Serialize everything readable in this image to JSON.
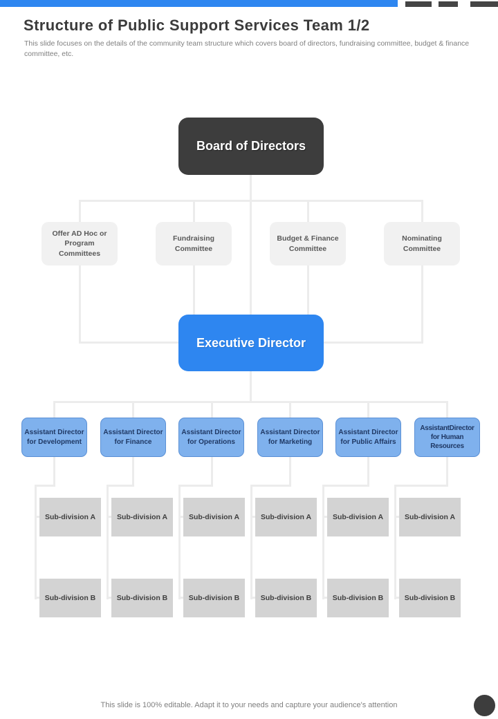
{
  "slide": {
    "title": "Structure of Public Support Services Team 1/2",
    "subtitle": "This slide focuses on the details of the community team structure which covers board of directors, fundraising committee, budget & finance committee, etc.",
    "footer": "This slide is 100% editable. Adapt it to your needs and capture your audience's attention"
  },
  "colors": {
    "accent_blue": "#2e86f0",
    "assistant_blue": "#7fb1ed",
    "dark_gray": "#3d3d3d",
    "committee_gray": "#f1f1f1",
    "subdivision_gray": "#d3d3d3",
    "connector_gray": "#ececec"
  },
  "org": {
    "root": "Board of Directors",
    "committees": [
      "Offer AD Hoc or Program Committees",
      "Fundraising Committee",
      "Budget & Finance Committee",
      "Nominating Committee"
    ],
    "executive": "Executive Director",
    "assistants": [
      "Assistant Director for Development",
      "Assistant Director for Finance",
      "Assistant Director for Operations",
      "Assistant Director for Marketing",
      "Assistant Director for Public Affairs",
      "AssistantDirector for Human Resources"
    ],
    "subdivision_a": "Sub-division A",
    "subdivision_b": "Sub-division B"
  }
}
